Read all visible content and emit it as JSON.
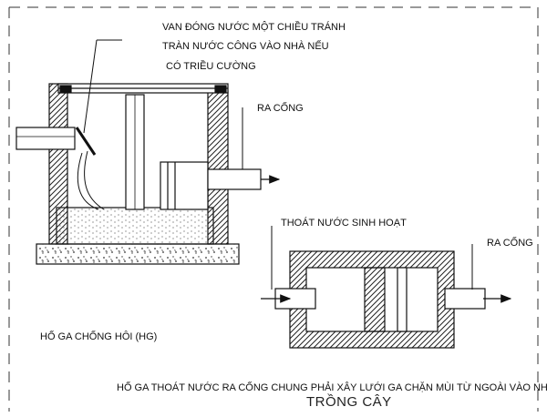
{
  "labels": {
    "valve_line1": "VAN ĐÓNG NƯỚC MỘT CHIỀU TRÁNH",
    "valve_line2": "TRÀN NƯỚC CÔNG VÀO NHÀ NẾU",
    "valve_line3": "CÓ TRIỀU CƯỜNG",
    "outlet_top": "RA CỐNG",
    "domestic_drain": "THOÁT NƯỚC SINH HOẠT",
    "outlet_right": "RA CỐNG",
    "trap_pit": "HỐ GA CHỐNG HÔI (HG)",
    "note": "HỐ GA THOÁT NƯỚC RA CỐNG CHUNG PHẢI XÂY LƯỚI GA CHẶN MÙI TỪ NGOÀI VÀO NHÀ",
    "planting": "TRỒNG CÂY"
  }
}
